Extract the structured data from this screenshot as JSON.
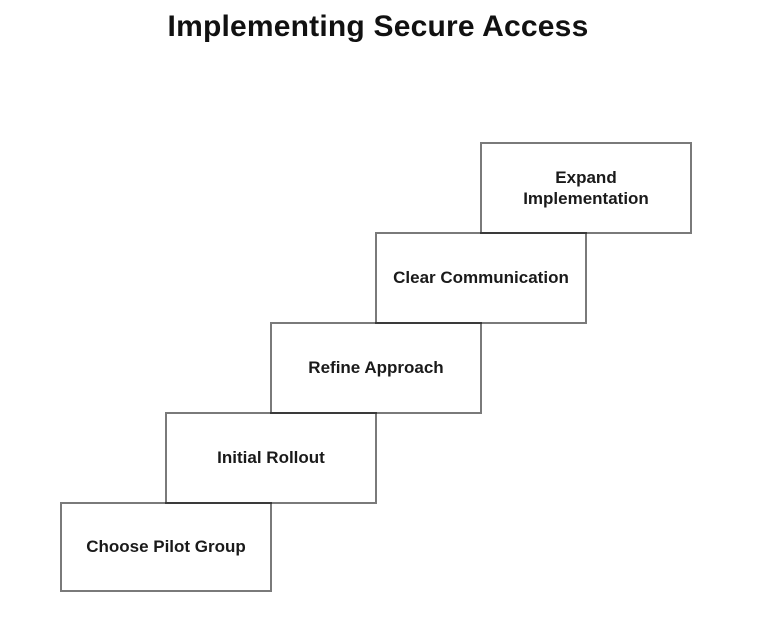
{
  "title": "Implementing Secure Access",
  "diagram": {
    "type": "staircase-process",
    "colors": {
      "background": "#ffffff",
      "box_fill": "#ffffff",
      "box_border": "#7a7a7a",
      "box_border_overlap": "#3f3f3f",
      "text": "#1a1a1a",
      "title_text": "#111111"
    },
    "steps": [
      {
        "label": "Choose Pilot Group"
      },
      {
        "label": "Initial Rollout"
      },
      {
        "label": "Refine Approach"
      },
      {
        "label": "Clear Communication"
      },
      {
        "label": "Expand Implementation"
      }
    ]
  }
}
